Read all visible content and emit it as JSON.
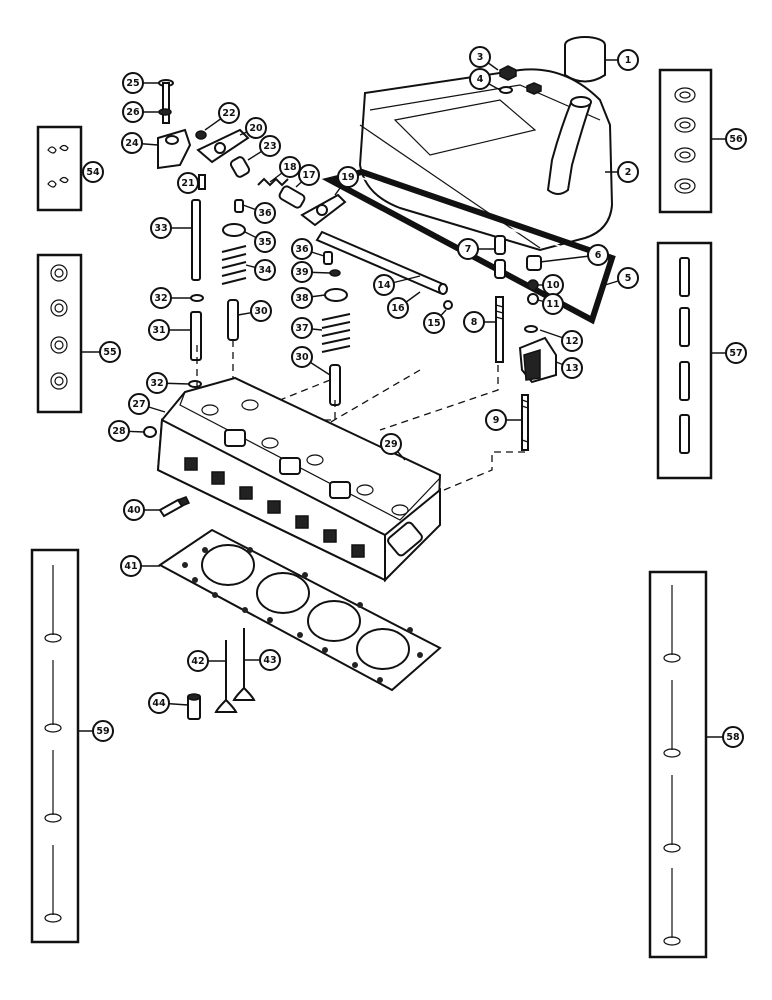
{
  "callouts": [
    {
      "id": "1",
      "label": "1"
    },
    {
      "id": "2",
      "label": "2"
    },
    {
      "id": "3",
      "label": "3"
    },
    {
      "id": "4",
      "label": "4"
    },
    {
      "id": "5",
      "label": "5"
    },
    {
      "id": "6",
      "label": "6"
    },
    {
      "id": "7",
      "label": "7"
    },
    {
      "id": "8",
      "label": "8"
    },
    {
      "id": "9",
      "label": "9"
    },
    {
      "id": "10",
      "label": "10"
    },
    {
      "id": "11",
      "label": "11"
    },
    {
      "id": "12",
      "label": "12"
    },
    {
      "id": "13",
      "label": "13"
    },
    {
      "id": "14",
      "label": "14"
    },
    {
      "id": "15",
      "label": "15"
    },
    {
      "id": "16",
      "label": "16"
    },
    {
      "id": "17",
      "label": "17"
    },
    {
      "id": "18",
      "label": "18"
    },
    {
      "id": "19",
      "label": "19"
    },
    {
      "id": "20",
      "label": "20"
    },
    {
      "id": "21",
      "label": "21"
    },
    {
      "id": "22",
      "label": "22"
    },
    {
      "id": "23",
      "label": "23"
    },
    {
      "id": "24",
      "label": "24"
    },
    {
      "id": "25",
      "label": "25"
    },
    {
      "id": "26",
      "label": "26"
    },
    {
      "id": "27",
      "label": "27"
    },
    {
      "id": "28",
      "label": "28"
    },
    {
      "id": "29",
      "label": "29"
    },
    {
      "id": "30a",
      "label": "30"
    },
    {
      "id": "30b",
      "label": "30"
    },
    {
      "id": "31",
      "label": "31"
    },
    {
      "id": "32a",
      "label": "32"
    },
    {
      "id": "32b",
      "label": "32"
    },
    {
      "id": "33",
      "label": "33"
    },
    {
      "id": "34",
      "label": "34"
    },
    {
      "id": "35",
      "label": "35"
    },
    {
      "id": "36a",
      "label": "36"
    },
    {
      "id": "36b",
      "label": "36"
    },
    {
      "id": "37",
      "label": "37"
    },
    {
      "id": "38",
      "label": "38"
    },
    {
      "id": "39",
      "label": "39"
    },
    {
      "id": "40",
      "label": "40"
    },
    {
      "id": "41",
      "label": "41"
    },
    {
      "id": "42",
      "label": "42"
    },
    {
      "id": "43",
      "label": "43"
    },
    {
      "id": "44",
      "label": "44"
    },
    {
      "id": "54",
      "label": "54"
    },
    {
      "id": "55",
      "label": "55"
    },
    {
      "id": "56",
      "label": "56"
    },
    {
      "id": "57",
      "label": "57"
    },
    {
      "id": "58",
      "label": "58"
    },
    {
      "id": "59",
      "label": "59"
    }
  ]
}
